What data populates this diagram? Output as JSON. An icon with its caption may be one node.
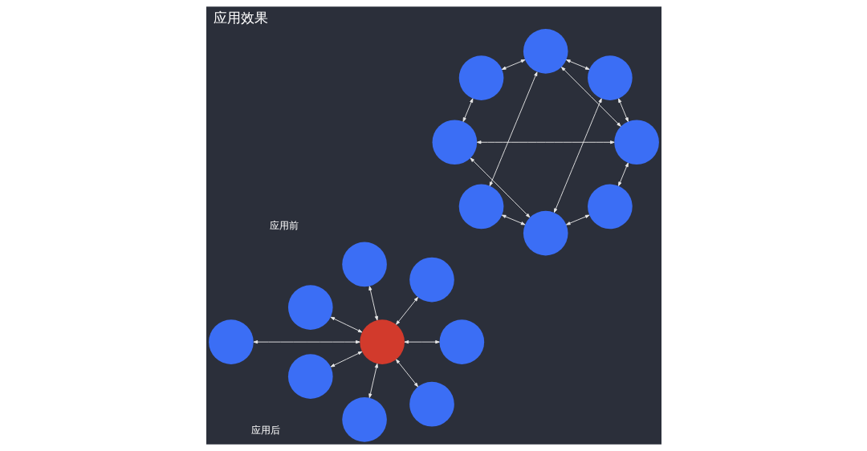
{
  "diagram": {
    "title": "应用效果",
    "nodes": [
      {
        "text": [],
        "shape": "circle"
      },
      {
        "text": [],
        "shape": "circle"
      },
      {
        "text": [],
        "shape": "circle"
      },
      {
        "text": [],
        "shape": "circle"
      },
      {
        "text": [],
        "shape": "circle"
      },
      {
        "text": [],
        "shape": "circle"
      },
      {
        "text": [],
        "shape": "circle"
      },
      {
        "text": [],
        "shape": "circle"
      },
      {
        "text": [],
        "shape": "circle"
      },
      {
        "text": [],
        "shape": "circle"
      },
      {
        "text": [],
        "shape": "circle"
      },
      {
        "text": [],
        "shape": "circle"
      },
      {
        "text": [],
        "shape": "circle"
      },
      {
        "text": [],
        "shape": "circle"
      },
      {
        "text": [],
        "shape": "circle"
      },
      {
        "text": [],
        "shape": "circle"
      },
      {
        "text": [],
        "shape": "circle"
      }
    ],
    "edges": [
      {
        "from": 4,
        "to": 0,
        "arrow": "both"
      },
      {
        "from": 4,
        "to": 1,
        "arrow": "both"
      },
      {
        "from": 4,
        "to": 2,
        "arrow": "both"
      },
      {
        "from": 4,
        "to": 3,
        "arrow": "both"
      },
      {
        "from": 4,
        "to": 5,
        "arrow": "both"
      },
      {
        "from": 4,
        "to": 6,
        "arrow": "both"
      },
      {
        "from": 4,
        "to": 7,
        "arrow": "both"
      },
      {
        "from": 4,
        "to": 8,
        "arrow": "both"
      },
      {
        "from": 10,
        "to": 13,
        "arrow": "both"
      },
      {
        "from": 9,
        "to": 12,
        "arrow": "both"
      },
      {
        "from": 9,
        "to": 16,
        "arrow": "both"
      },
      {
        "from": 11,
        "to": 12,
        "arrow": "both"
      },
      {
        "from": 11,
        "to": 14,
        "arrow": "both"
      },
      {
        "from": 10,
        "to": 15,
        "arrow": "both"
      },
      {
        "from": 10,
        "to": 14,
        "arrow": "both"
      },
      {
        "from": 10,
        "to": 16,
        "arrow": "both"
      },
      {
        "from": 12,
        "to": 13,
        "arrow": "both"
      },
      {
        "from": 12,
        "to": 15,
        "arrow": "both"
      },
      {
        "from": 11,
        "to": 16,
        "arrow": "both"
      },
      {
        "from": 13,
        "to": 16,
        "arrow": "both"
      }
    ],
    "labels": [
      "应用前",
      "应用后"
    ]
  }
}
